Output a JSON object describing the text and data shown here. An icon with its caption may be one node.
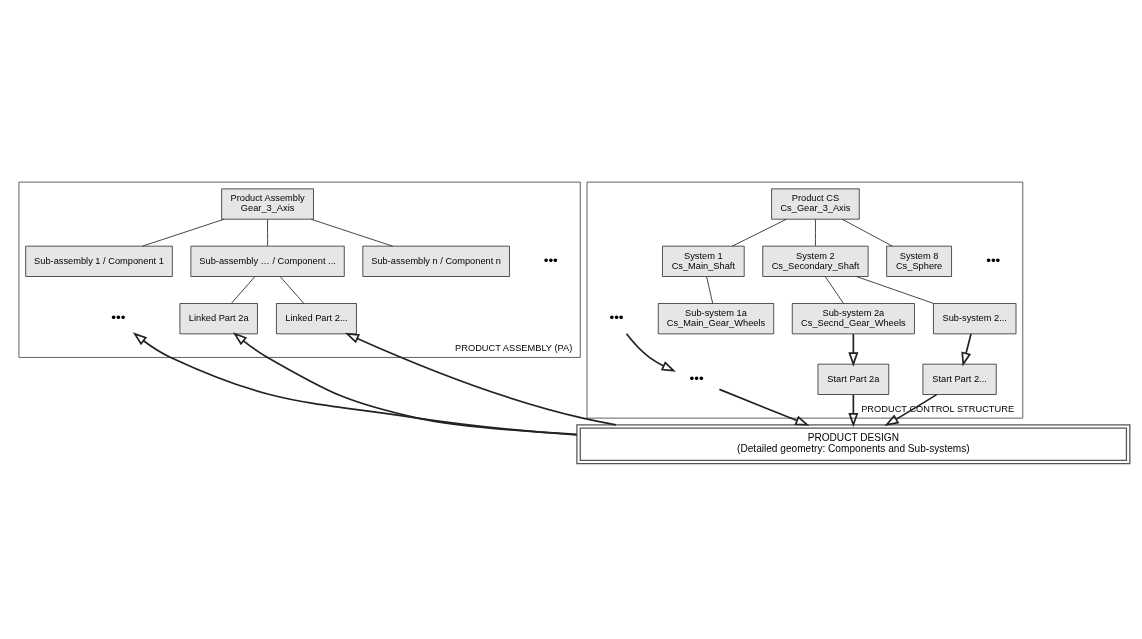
{
  "diagram": {
    "nodes": [
      {
        "text": [
          "PRODUCT CONTROL STRUCTURE"
        ]
      },
      {
        "text": [
          "Product CS",
          "Cs_Gear_3_Axis"
        ],
        "in": 0
      },
      {
        "text": [
          "System 1",
          "Cs_Main_Shaft"
        ],
        "in": 0
      },
      {
        "text": [
          "System 2",
          "Cs_Secondary_Shaft"
        ],
        "in": 0
      },
      {
        "text": [
          "System 8",
          "Cs_Sphere"
        ],
        "in": 0
      },
      {
        "text": [
          "Sub-system 1a",
          "Cs_Main_Gear_Wheels"
        ],
        "in": 0
      },
      {
        "text": [
          "Sub-system 2a",
          "Cs_Secnd_Gear_Wheels"
        ],
        "in": 0
      },
      {
        "text": [
          "•••"
        ],
        "in": 0
      },
      {
        "text": [
          "Sub-system 2..."
        ],
        "in": 0
      },
      {
        "text": [
          "Start Part 2a"
        ],
        "in": 0
      },
      {
        "text": [
          "•••"
        ],
        "in": 0
      },
      {
        "text": [
          "Start Part 2..."
        ],
        "in": 0
      },
      {
        "text": [
          "PRODUCT ASSEMBLY (PA)"
        ]
      },
      {
        "text": [
          "Product Assembly",
          "Gear_3_Axis"
        ],
        "in": 12
      },
      {
        "text": [
          "Sub-assembly 1 / Component 1"
        ],
        "in": 12
      },
      {
        "text": [
          "Sub-assembly … / Component ..."
        ],
        "in": 12
      },
      {
        "text": [
          "Sub-assembly n / Component n"
        ],
        "in": 12
      },
      {
        "text": [
          "Linked Part 2a"
        ],
        "in": 12
      },
      {
        "text": [
          "•••"
        ],
        "in": 12
      },
      {
        "text": [
          "Linked Part 2..."
        ],
        "in": 12
      },
      {
        "text": [
          "PRODUCT DESIGN",
          "(Detailed geometry: Components and Sub-systems)"
        ]
      }
    ],
    "edges": [
      {
        "from": 1,
        "to": 2,
        "arrow": "none"
      },
      {
        "from": 1,
        "to": 3,
        "arrow": "none"
      },
      {
        "from": 1,
        "to": 4,
        "arrow": "none"
      },
      {
        "from": 2,
        "to": 5,
        "arrow": "none"
      },
      {
        "from": 3,
        "to": 6,
        "arrow": "none"
      },
      {
        "from": 3,
        "to": 8,
        "arrow": "none"
      },
      {
        "from": 6,
        "to": 9,
        "arrow": "to"
      },
      {
        "from": 7,
        "to": 10,
        "arrow": "to"
      },
      {
        "from": 8,
        "to": 11,
        "arrow": "to"
      },
      {
        "from": 9,
        "to": 20,
        "arrow": "to"
      },
      {
        "from": 10,
        "to": 20,
        "arrow": "to"
      },
      {
        "from": 11,
        "to": 20,
        "arrow": "to"
      },
      {
        "from": 13,
        "to": 14,
        "arrow": "none"
      },
      {
        "from": 13,
        "to": 15,
        "arrow": "none"
      },
      {
        "from": 13,
        "to": 16,
        "arrow": "none"
      },
      {
        "from": 15,
        "to": 17,
        "arrow": "none"
      },
      {
        "from": 15,
        "to": 19,
        "arrow": "none"
      },
      {
        "from": 20,
        "to": 17,
        "arrow": "to"
      },
      {
        "from": 20,
        "to": 18,
        "arrow": "to"
      },
      {
        "from": 20,
        "to": 19,
        "arrow": "to"
      }
    ],
    "labels": [
      "•••",
      "•••"
    ]
  }
}
